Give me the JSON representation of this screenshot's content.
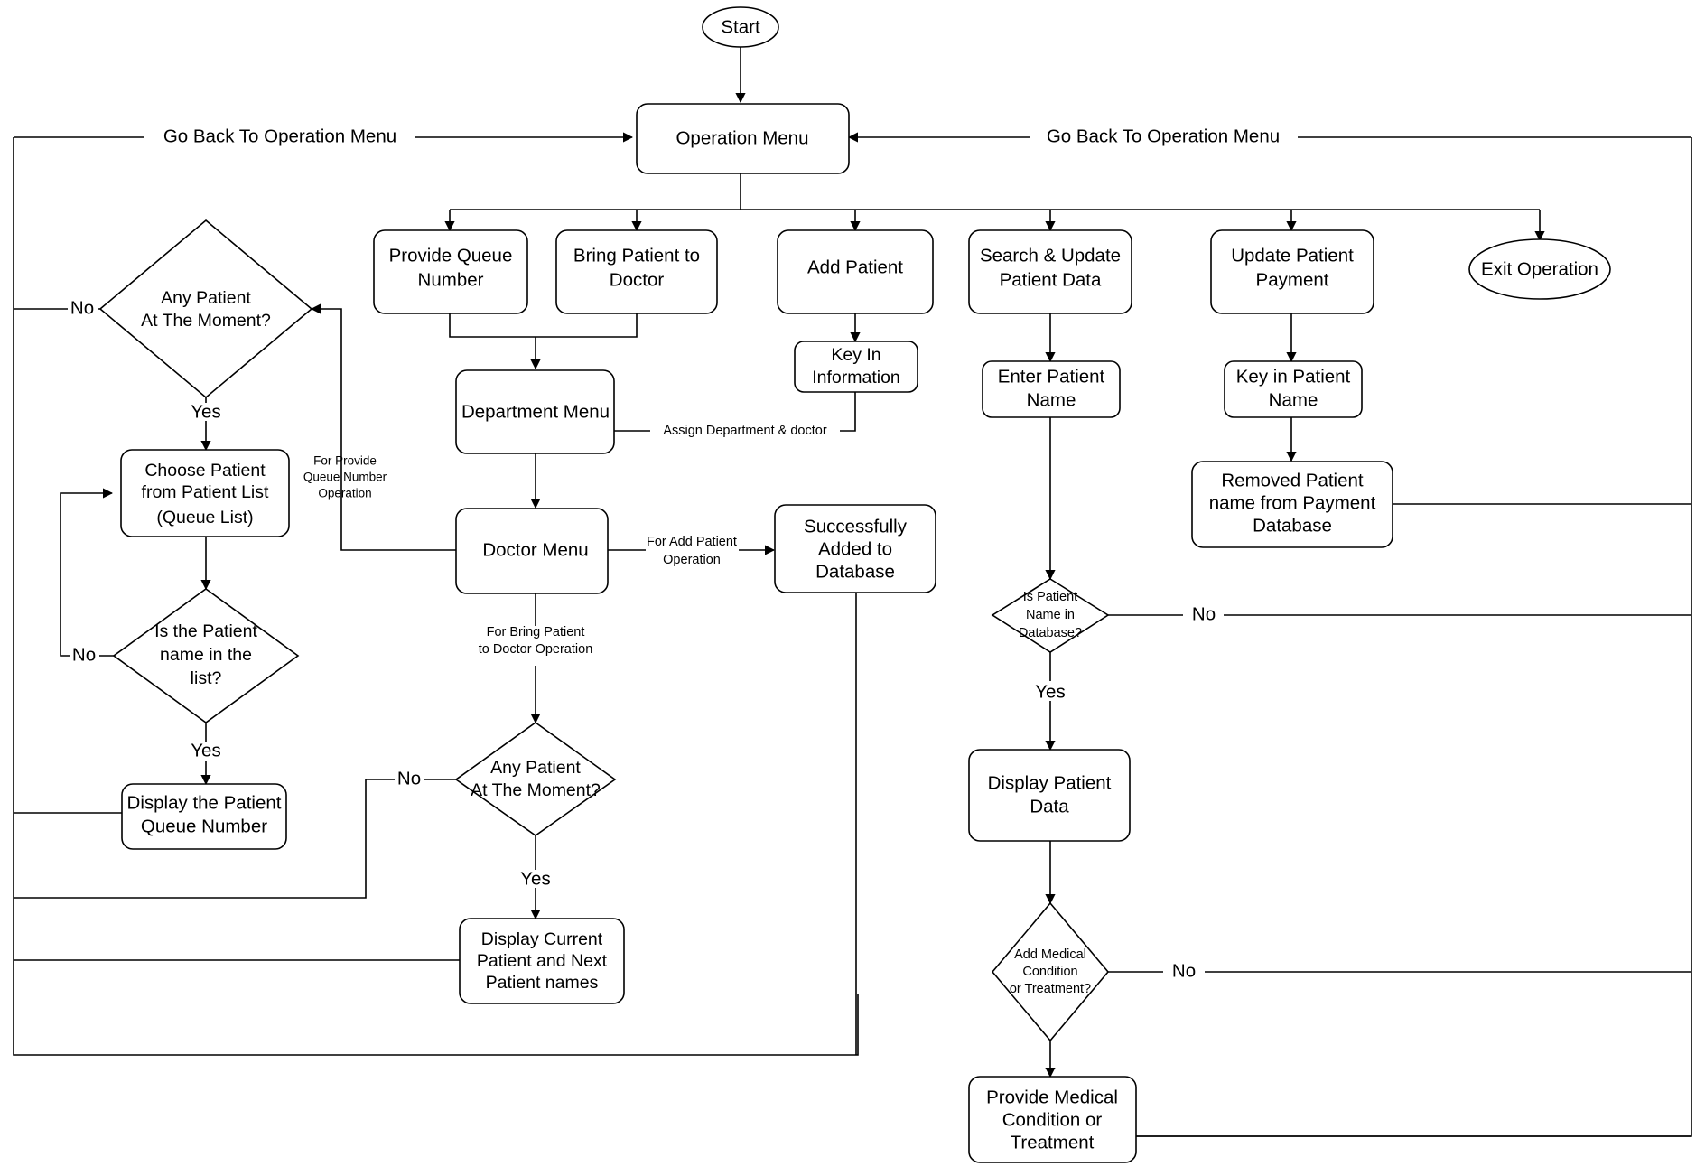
{
  "diagram": {
    "title": "Hospital Patient Operation Menu Flowchart",
    "stroke_color": "#000000",
    "fill_color": "#ffffff",
    "background": "#ffffff"
  },
  "nodes": {
    "start": {
      "label": "Start",
      "shape": "ellipse"
    },
    "operation_menu": {
      "label": "Operation Menu",
      "shape": "rounded-rect"
    },
    "provide_queue_number": {
      "label_line1": "Provide Queue",
      "label_line2": "Number",
      "shape": "rounded-rect"
    },
    "bring_patient_to_doctor": {
      "label_line1": "Bring Patient to",
      "label_line2": "Doctor",
      "shape": "rounded-rect"
    },
    "add_patient": {
      "label": "Add Patient",
      "shape": "rounded-rect"
    },
    "search_update_patient_data": {
      "label_line1": "Search & Update",
      "label_line2": "Patient Data",
      "shape": "rounded-rect"
    },
    "update_patient_payment": {
      "label_line1": "Update Patient",
      "label_line2": "Payment",
      "shape": "rounded-rect"
    },
    "exit_operation": {
      "label": "Exit Operation",
      "shape": "ellipse"
    },
    "key_in_information": {
      "label_line1": "Key In",
      "label_line2": "Information",
      "shape": "rounded-rect"
    },
    "enter_patient_name": {
      "label_line1": "Enter Patient",
      "label_line2": "Name",
      "shape": "rounded-rect"
    },
    "key_in_patient_name": {
      "label_line1": "Key in Patient",
      "label_line2": "Name",
      "shape": "rounded-rect"
    },
    "department_menu": {
      "label": "Department Menu",
      "shape": "rounded-rect"
    },
    "doctor_menu": {
      "label": "Doctor Menu",
      "shape": "rounded-rect"
    },
    "successfully_added": {
      "label_line1": "Successfully",
      "label_line2": "Added to",
      "label_line3": "Database",
      "shape": "rounded-rect"
    },
    "removed_patient_name": {
      "label_line1": "Removed Patient",
      "label_line2": "name from Payment",
      "label_line3": "Database",
      "shape": "rounded-rect"
    },
    "any_patient_left": {
      "label_line1": "Any Patient",
      "label_line2": "At The Moment?",
      "shape": "diamond"
    },
    "choose_patient": {
      "label_line1": "Choose Patient",
      "label_line2": "from Patient List",
      "label_line3": "(Queue List)",
      "shape": "rounded-rect"
    },
    "is_patient_name_in_list": {
      "label_line1": "Is the Patient",
      "label_line2": "name in the",
      "label_line3": "list?",
      "shape": "diamond"
    },
    "display_queue_number": {
      "label_line1": "Display the Patient",
      "label_line2": "Queue Number",
      "shape": "rounded-rect"
    },
    "any_patient_mid": {
      "label_line1": "Any Patient",
      "label_line2": "At The Moment?",
      "shape": "diamond"
    },
    "display_current_next": {
      "label_line1": "Display Current",
      "label_line2": "Patient and Next",
      "label_line3": "Patient names",
      "shape": "rounded-rect"
    },
    "is_patient_in_database": {
      "label_line1": "Is Patient",
      "label_line2": "Name in",
      "label_line3": "Database?",
      "shape": "diamond"
    },
    "display_patient_data": {
      "label_line1": "Display Patient",
      "label_line2": "Data",
      "shape": "rounded-rect"
    },
    "add_medical_condition": {
      "label_line1": "Add Medical",
      "label_line2": "Condition",
      "label_line3": "or Treatment?",
      "shape": "diamond"
    },
    "provide_medical_condition": {
      "label_line1": "Provide Medical",
      "label_line2": "Condition or",
      "label_line3": "Treatment",
      "shape": "rounded-rect"
    }
  },
  "edge_labels": {
    "go_back_left": "Go Back To Operation Menu",
    "go_back_right": "Go Back To Operation Menu",
    "no_left_top": "No",
    "yes_left_top": "Yes",
    "no_left_mid": "No",
    "yes_left_mid": "Yes",
    "for_provide_queue_l1": "For Provide",
    "for_provide_queue_l2": "Queue Number",
    "for_provide_queue_l3": "Operation",
    "assign_department": "Assign Department & doctor",
    "for_add_patient_l1": "For Add Patient",
    "for_add_patient_l2": "Operation",
    "for_bring_patient_l1": "For Bring Patient",
    "for_bring_patient_l2": "to Doctor Operation",
    "no_mid": "No",
    "yes_mid": "Yes",
    "no_db": "No",
    "yes_db": "Yes",
    "no_medical": "No"
  }
}
